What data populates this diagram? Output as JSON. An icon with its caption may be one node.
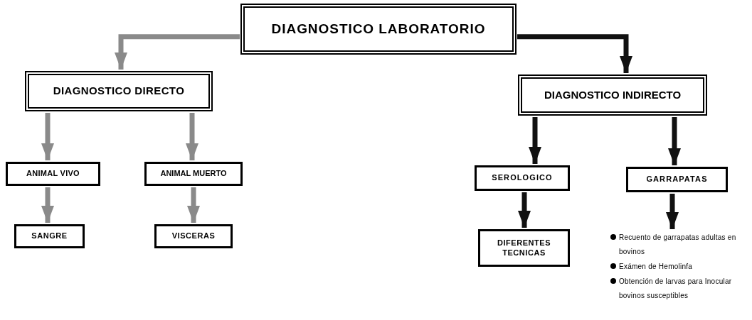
{
  "diagram": {
    "nodes": [
      {
        "text": [
          "DIAGNOSTICO LABORATORIO"
        ]
      },
      {
        "text": [
          "DIAGNOSTICO DIRECTO"
        ]
      },
      {
        "text": [
          "DIAGNOSTICO INDIRECTO"
        ]
      },
      {
        "text": [
          "ANIMAL VIVO"
        ]
      },
      {
        "text": [
          "ANIMAL MUERTO"
        ]
      },
      {
        "text": [
          "SANGRE"
        ]
      },
      {
        "text": [
          "VISCERAS"
        ]
      },
      {
        "text": [
          "SEROLOGICO"
        ]
      },
      {
        "text": [
          "GARRAPATAS"
        ]
      },
      {
        "text": [
          "DIFERENTES TECNICAS"
        ]
      },
      {
        "text": [
          "Recuento de garrapatas adultas en bovinos",
          "Exámen de Hemolinfa",
          "Obtención de larvas para Inocular bovinos susceptibles"
        ]
      }
    ],
    "edges": [
      {
        "from": 0,
        "to": 1,
        "arrow": "to",
        "color": "#8a8a8a"
      },
      {
        "from": 0,
        "to": 2,
        "arrow": "to",
        "color": "#111111"
      },
      {
        "from": 1,
        "to": 3,
        "arrow": "to",
        "color": "#8a8a8a"
      },
      {
        "from": 1,
        "to": 4,
        "arrow": "to",
        "color": "#8a8a8a"
      },
      {
        "from": 3,
        "to": 5,
        "arrow": "to",
        "color": "#8a8a8a"
      },
      {
        "from": 4,
        "to": 6,
        "arrow": "to",
        "color": "#8a8a8a"
      },
      {
        "from": 2,
        "to": 7,
        "arrow": "to",
        "color": "#111111"
      },
      {
        "from": 2,
        "to": 8,
        "arrow": "to",
        "color": "#111111"
      },
      {
        "from": 7,
        "to": 9,
        "arrow": "to",
        "color": "#111111"
      },
      {
        "from": 8,
        "to": 10,
        "arrow": "to",
        "color": "#111111"
      }
    ]
  }
}
